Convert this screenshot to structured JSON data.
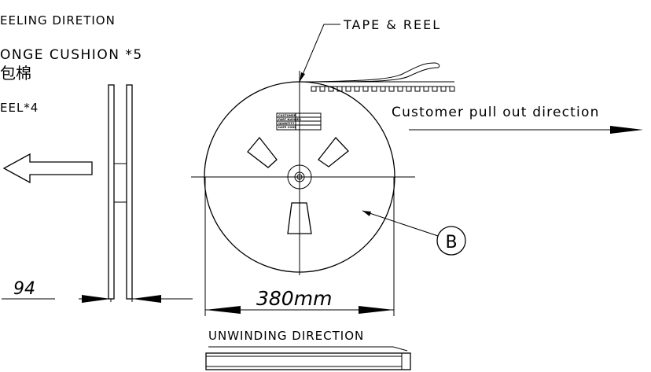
{
  "labels": {
    "reeling_direction": "EELING DIRETION",
    "sponge_cushion": "ONGE CUSHION *5",
    "chinese_text": "包棉",
    "reel": "EEL*4",
    "tape_reel": "TAPE & REEL",
    "pull_out": "Customer pull out direction",
    "unwinding": "UNWINDING DIRECTION"
  },
  "dimensions": {
    "thickness": "94",
    "diameter": "380mm"
  },
  "callout": "B",
  "reel_label_rows": [
    "CUSTOMER",
    "PART NUMBER",
    "QUANTITY",
    "DATE CODE"
  ]
}
